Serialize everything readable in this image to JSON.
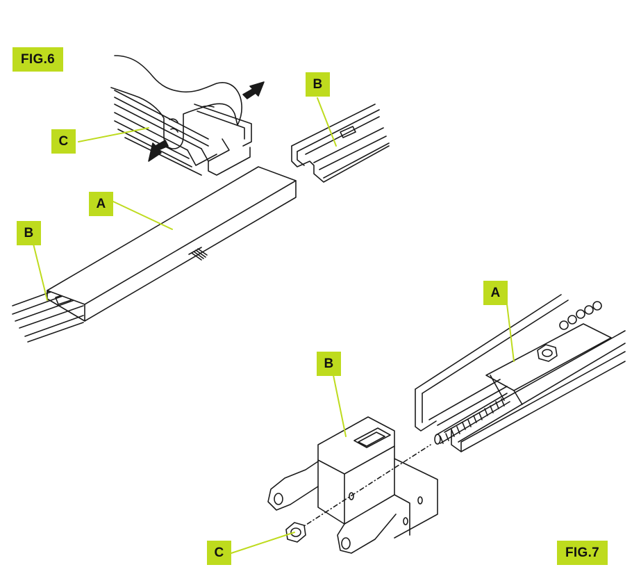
{
  "figures": {
    "fig6": {
      "title": "FIG.6",
      "labels": {
        "a": "A",
        "b_top": "B",
        "b_left": "B",
        "c": "C"
      }
    },
    "fig7": {
      "title": "FIG.7",
      "labels": {
        "a": "A",
        "b": "B",
        "c": "C"
      }
    }
  },
  "colors": {
    "label_bg": "#bedb1e",
    "leader_line": "#bedb1e",
    "line_art": "#1a1a1a"
  }
}
